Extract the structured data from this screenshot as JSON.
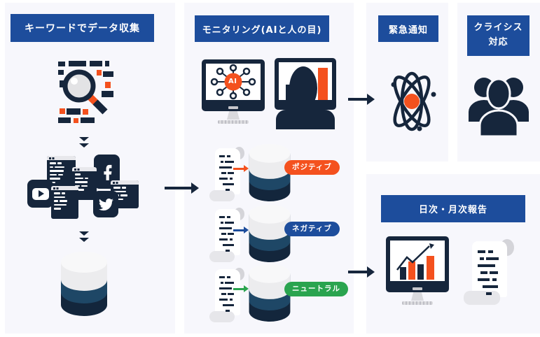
{
  "colors": {
    "header_blue": "#1d4d9c",
    "navy": "#16263c",
    "orange": "#f4511e",
    "green": "#2aa44f",
    "panel_bg": "#f7f7fc",
    "db_mid": "#1e4766",
    "db_dark": "#13263c"
  },
  "panels": {
    "collect": {
      "title": "キーワードでデータ収集"
    },
    "monitor": {
      "title": "モニタリング(AIと人の目)"
    },
    "alert": {
      "title": "緊急通知"
    },
    "crisis": {
      "title_line1": "クライシス",
      "title_line2": "対応"
    },
    "report": {
      "title": "日次・月次報告"
    }
  },
  "monitor_screen": {
    "ai_label": "AI"
  },
  "sentiments": [
    {
      "label": "ポジティブ",
      "color": "#f4511e"
    },
    {
      "label": "ネガティブ",
      "color": "#1d4d9c"
    },
    {
      "label": "ニュートラル",
      "color": "#2aa44f"
    }
  ],
  "icons": {
    "keyword_search": "magnifier-over-keyword-blocks",
    "youtube": "youtube-play-tile",
    "facebook": "facebook-f-tile",
    "twitter": "twitter-bird-tile",
    "database": "database-cylinder",
    "ai_network": "ai-hub-network-monitor",
    "human_analyst": "person-watching-chart-monitor",
    "emergency": "atom-burst",
    "crisis_team": "people-group",
    "report_monitor": "monitor-rising-bar-chart",
    "report_scroll": "scroll-document"
  }
}
